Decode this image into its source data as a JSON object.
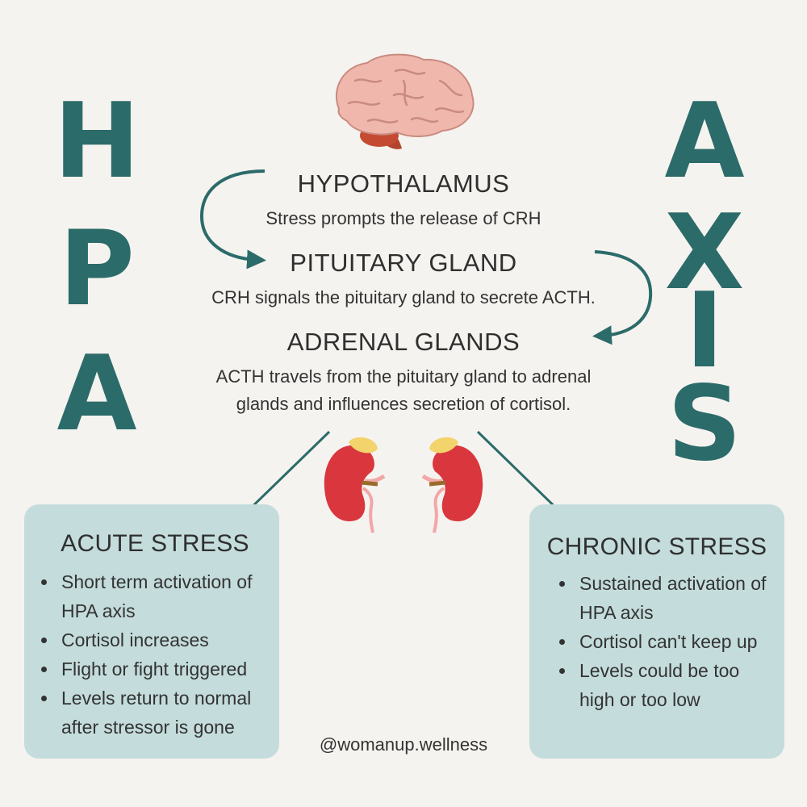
{
  "letters_left": [
    "H",
    "P",
    "A"
  ],
  "letters_right": [
    "A",
    "X",
    "I",
    "S"
  ],
  "stages": [
    {
      "title": "HYPOTHALAMUS",
      "desc": [
        "Stress prompts the release of CRH"
      ]
    },
    {
      "title": "PITUITARY GLAND",
      "desc": [
        "CRH signals the pituitary gland to secrete ACTH."
      ]
    },
    {
      "title": "ADRENAL GLANDS",
      "desc": [
        "ACTH travels from the pituitary gland to adrenal",
        "glands and influences secretion of cortisol."
      ]
    }
  ],
  "acute": {
    "title": "ACUTE STRESS",
    "items": [
      [
        "Short term activation of",
        "HPA axis"
      ],
      [
        "Cortisol increases"
      ],
      [
        "Flight or fight triggered"
      ],
      [
        "Levels return to normal",
        "after stressor is gone"
      ]
    ]
  },
  "chronic": {
    "title": "CHRONIC STRESS",
    "items": [
      [
        "Sustained activation of",
        "HPA axis"
      ],
      [
        "Cortisol can't keep up"
      ],
      [
        "Levels could be too",
        "high or too low"
      ]
    ]
  },
  "handle": "@womanup.wellness",
  "icons": {
    "brain": "brain-icon",
    "kidneys": "kidney-icon"
  },
  "colors": {
    "teal": "#2b6b6a",
    "card_bg": "#c4dcdc",
    "background": "#f5f3ef"
  }
}
